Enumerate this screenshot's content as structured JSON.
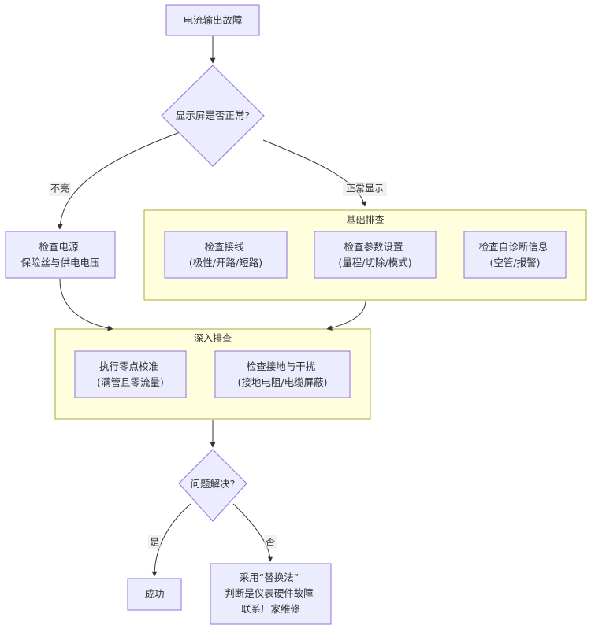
{
  "colors": {
    "node_fill": "#ECECFF",
    "node_stroke": "#9370DB",
    "cluster_fill": "#FFFFDE",
    "cluster_stroke": "#AAAA33",
    "edge": "#333333",
    "text": "#333333"
  },
  "nodes": {
    "start": {
      "lines": [
        "电流输出故障"
      ]
    },
    "display_check": {
      "lines": [
        "显示屏是否正常?"
      ]
    },
    "check_power": {
      "lines": [
        "检查电源",
        "保险丝与供电电压"
      ]
    },
    "check_wiring": {
      "lines": [
        "检查接线",
        "(极性/开路/短路)"
      ]
    },
    "check_params": {
      "lines": [
        "检查参数设置",
        "(量程/切除/模式)"
      ]
    },
    "check_diag": {
      "lines": [
        "检查自诊断信息",
        "(空管/报警)"
      ]
    },
    "zero_cal": {
      "lines": [
        "执行零点校准",
        "(满管且零流量)"
      ]
    },
    "check_ground": {
      "lines": [
        "检查接地与干扰",
        "(接地电阻/电缆屏蔽)"
      ]
    },
    "resolved": {
      "lines": [
        "问题解决?"
      ]
    },
    "success": {
      "lines": [
        "成功"
      ]
    },
    "replace": {
      "lines": [
        "采用“替换法”",
        "判断是仪表硬件故障",
        "联系厂家维修"
      ]
    }
  },
  "clusters": {
    "basic": {
      "title": "基础排查"
    },
    "deep": {
      "title": "深入排查"
    }
  },
  "edge_labels": {
    "not_lit": "不亮",
    "normal_display": "正常显示",
    "yes": "是",
    "no": "否"
  }
}
